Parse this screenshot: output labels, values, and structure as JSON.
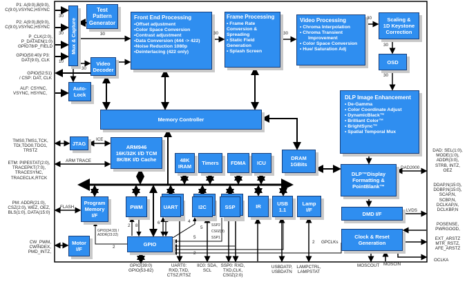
{
  "colors": {
    "block": "#2f8ef0",
    "border": "#153c78",
    "line": "#000000"
  },
  "blocks": {
    "mux": [
      "Mux & Capture"
    ],
    "tpg": [
      "Test",
      "Pattern",
      "Generator"
    ],
    "fep": [
      "Front End Processing",
      "•Offset adjustment",
      "•Color Space Conversion",
      "•Contrast adjustment",
      "•Data Conversion (444 -> 422)",
      "•Noise Reduction 1080p",
      "•Deinterlacing (422 only)"
    ],
    "frame": [
      "Frame Processing",
      "• Frame Rate",
      "Conversion &",
      "Spreading",
      "• Static Field",
      "Generation",
      "• Splash Screen"
    ],
    "video": [
      "Video Processing",
      "• Chroma Interpolation",
      "• Chroma Transient",
      "Improvement",
      "• Color Space Conversion",
      "• Hue/ Saturation Adj"
    ],
    "scaling": [
      "Scaling &",
      "1D Keystone",
      "Correction"
    ],
    "osd": [
      "OSD"
    ],
    "dlpenh": [
      "DLP Image Enhancement",
      "• De-Gamma",
      "• Color Coordinate Adjust",
      "• DynamicBlack™",
      "• Brilliant Color™",
      "• BrightSync™",
      "• Spatial Temporal Mux"
    ],
    "vdec": [
      "Video",
      "Decoder"
    ],
    "autolock": [
      "Auto-",
      "Lock"
    ],
    "memctrl": [
      "Memory Controller"
    ],
    "jtag": [
      "JTAG"
    ],
    "arm": [
      "ARM946",
      "16K/32K I/D TCM",
      "8K/8K I/D Cache"
    ],
    "iram": [
      "48K",
      "IRAM"
    ],
    "timers": [
      "Timers"
    ],
    "fdma": [
      "FDMA"
    ],
    "icu": [
      "ICU"
    ],
    "dram": [
      "DRAM",
      "1GBits"
    ],
    "progmem": [
      "Program",
      "Memory",
      "I/F"
    ],
    "pwm": [
      "PWM"
    ],
    "uart": [
      "UART"
    ],
    "i2c": [
      "I2C"
    ],
    "ssp": [
      "SSP"
    ],
    "ir": [
      "IR"
    ],
    "usb": [
      "USB",
      "1.1"
    ],
    "lamp": [
      "Lamp",
      "I/F"
    ],
    "gpio": [
      "GPIO"
    ],
    "motor": [
      "Motor",
      "I/F"
    ],
    "dlpfmt": [
      "DLP™Display",
      "Formatting &",
      "PointBlank™"
    ],
    "dmd": [
      "DMD I/F"
    ],
    "clock": [
      "Clock & Reset",
      "Generation"
    ]
  },
  "left_signals": {
    "p1": [
      "P1: A(9:0),B(9:0),",
      "C(9:0),VSYNC,HSYNC"
    ],
    "p2": [
      "P2: A(9:0),B(9:0),",
      "C(9:0),VSYNC,HSYNC"
    ],
    "pclk": [
      "P_CLK(2:0),",
      "P_DATAEN(1:0)",
      "GPIO78/P_FIELD"
    ],
    "p3": [
      "GPIO(50:40)/ P3:",
      "DAT(9:0), CLK"
    ],
    "csp": [
      "GPIO(52:51)",
      "/ CSP: DAT, CLK"
    ],
    "alf": [
      "ALF: CSYNC,",
      "VSYNC, HSYNC,"
    ],
    "jtag": [
      "TMS0,TMS1,TCK,",
      "TDI,TDO0,TDO1,",
      "TRSTZ"
    ],
    "etm": [
      "ETM: PIPESTAT(2:0),",
      "TRACEPKT(7:0),",
      "TRACESYNC,",
      "TRACECLK,RTCK"
    ],
    "pm": [
      "PM: ADDR(21:0),",
      "CSZ(2:0), WEZ, OEZ,",
      "BLS(1:0), DATA(15:0)"
    ],
    "motor": [
      "CW_PWM,",
      "CWINDEX,",
      "PMD_INTZ,"
    ]
  },
  "bottom_signals": {
    "gpio": [
      "GPIO(39:0)",
      "GPIO(53-82)"
    ],
    "uart": [
      "UART0:",
      "RXD,TXD,",
      "CTSZ,RTSZ"
    ],
    "i2c": [
      "IIC0: SDA,",
      "SCL"
    ],
    "ssp": [
      "SSP0: RXD,",
      "TXD,CLK,",
      "CS0Z(2:0)"
    ],
    "usb": [
      "USBDATP,",
      "USBDATN"
    ],
    "lamp": [
      "LAMPCTRL,",
      "LAMPSTAT"
    ],
    "moscout": "MOSCOUT",
    "moscin": "MOSCIN"
  },
  "right_signals": {
    "dad": [
      "DAD: SEL(1:0),",
      "MODE(1:0),",
      "ADDR(3:0),",
      "STRB, INTZ,",
      "OEZ"
    ],
    "lvds": [
      "DDAP,N(15:0),",
      "DDBP,N(15:0),",
      "SCAP,N,",
      "SCBP,N,",
      "DCLKAP,N,",
      "DCLKBP,N"
    ],
    "pos": [
      "POSENSE,",
      "PWRGOOD,"
    ],
    "rst": [
      "EXT_ARSTZ",
      "MTR_RSTZ,",
      "AFE_ARSTZ"
    ],
    "oclk": "OCLKA"
  },
  "line_labels": {
    "w30": "30",
    "w10": "10",
    "w2": "2",
    "w4": "4",
    "w5": "5",
    "w6": "6",
    "w8": "8",
    "ice": "ICE",
    "arm_trace": "ARM TRACE",
    "flash": "FLASH",
    "dad2000": "DAD2000",
    "lvds": "LVDS",
    "gpclks": "GPCLKs",
    "ssp2": "SSP2",
    "cs0z3": "CS0Z(3)",
    "ssp1": "SSP1",
    "gpio_addr": [
      "GPIO(34:33) /",
      "ADDR(23:22)"
    ]
  }
}
